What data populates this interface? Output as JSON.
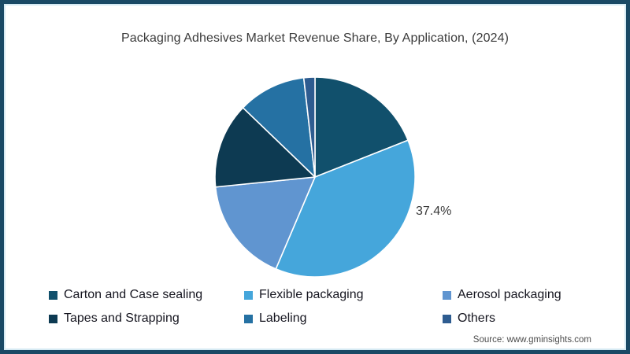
{
  "header": {
    "title": "Packaging Adhesives Market Revenue Share, By Application, (2024)"
  },
  "chart_data": {
    "type": "pie",
    "title": "Packaging Adhesives Market Revenue Share, By Application, (2024)",
    "legend_position": "bottom",
    "start_angle_deg_from_top": 0,
    "direction": "clockwise",
    "slices": [
      {
        "label": "Carton and Case sealing",
        "value": 19.0,
        "color": "#11506C",
        "data_label": ""
      },
      {
        "label": "Flexible packaging",
        "value": 37.4,
        "color": "#45A6DB",
        "data_label": "37.4%"
      },
      {
        "label": "Aerosol packaging",
        "value": 17.0,
        "color": "#6095D0",
        "data_label": ""
      },
      {
        "label": "Tapes and Strapping",
        "value": 13.8,
        "color": "#0D3A52",
        "data_label": ""
      },
      {
        "label": "Labeling",
        "value": 11.0,
        "color": "#2571A3",
        "data_label": ""
      },
      {
        "label": "Others",
        "value": 1.8,
        "color": "#2E5C90",
        "data_label": ""
      }
    ]
  },
  "footer": {
    "source": "Source: www.gminsights.com"
  },
  "theme": {
    "frame_border_color": "#1A4965",
    "frame_inner_line_color": "#D6EAF3",
    "background": "#FFFFFF",
    "title_color": "#3B3B3B",
    "legend_text_color": "#15151F",
    "data_label_color": "#3A3A3A",
    "source_color": "#4C4C4C",
    "slice_stroke_color": "#FFFFFF"
  }
}
